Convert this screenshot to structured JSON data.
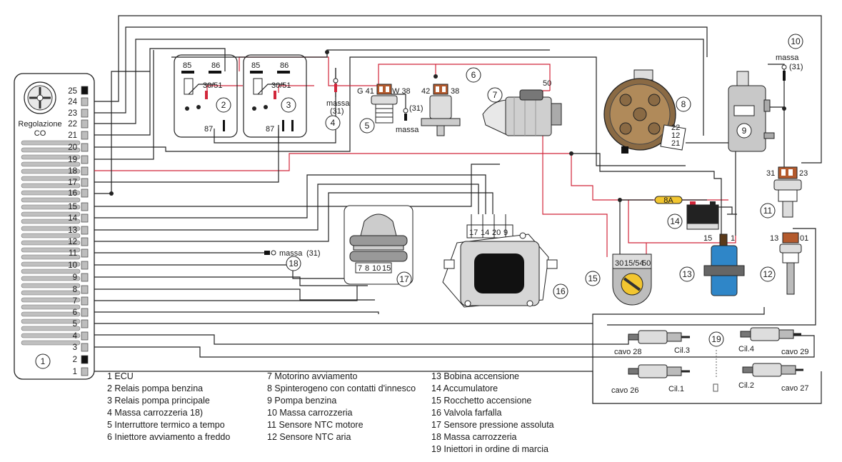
{
  "ecu": {
    "title_line1": "Regolazione",
    "title_line2": "CO",
    "number": "1",
    "pins": [
      "25",
      "24",
      "23",
      "22",
      "21",
      "20",
      "19",
      "18",
      "17",
      "16",
      "15",
      "14",
      "13",
      "12",
      "11",
      "10",
      "9",
      "8",
      "7",
      "6",
      "5",
      "4",
      "3",
      "2",
      "1"
    ]
  },
  "components": {
    "c2": "2",
    "c3": "3",
    "c4": "4",
    "c5": "5",
    "c6": "6",
    "c7": "7",
    "c8": "8",
    "c9": "9",
    "c10": "10",
    "c11": "11",
    "c12": "12",
    "c13": "13",
    "c14": "14",
    "c15": "15",
    "c16": "16",
    "c17": "17",
    "c18": "18",
    "c19": "19"
  },
  "terminals": {
    "r2_85": "85",
    "r2_86": "86",
    "r2_3051": "30/51",
    "r2_87": "87",
    "r3_85": "85",
    "r3_86": "86",
    "r3_3051": "30/51",
    "r3_87": "87",
    "sw_g41": "G 41",
    "sw_w38": "W 38",
    "inj_42": "42",
    "inj_38": "38",
    "starter_50": "50",
    "dist_22": "22",
    "dist_12": "12",
    "dist_21": "21",
    "ntc_31": "31",
    "ntc_23": "23",
    "air_13": "13",
    "air_01": "01",
    "coil_15": "15",
    "coil_1": "1",
    "key_30": "30",
    "key_1554": "15/54",
    "key_50": "50",
    "thr_17": "17",
    "thr_14": "14",
    "thr_20": "20",
    "thr_9": "9",
    "map_7": "7",
    "map_8": "8",
    "map_10": "10",
    "map_15": "15",
    "fuse": "8A"
  },
  "labels": {
    "massa_31_4": "massa",
    "massa_31_4b": "(31)",
    "massa_5": "massa",
    "massa_5b": "(31)",
    "massa_10": "massa",
    "massa_10b": "(31)",
    "massa_18": "massa",
    "massa_18b": "(31)",
    "cavo28": "cavo 28",
    "cil3": "Cil.3",
    "cavo29": "cavo 29",
    "cil4": "Cil.4",
    "cavo26": "cavo 26",
    "cil1": "Cil.1",
    "cavo27": "cavo 27",
    "cil2": "Cil.2"
  },
  "legend": {
    "col1": [
      "1 ECU",
      "2 Relais pompa benzina",
      "3 Relais pompa principale",
      "4  Massa carrozzeria 18)",
      "5 Interruttore termico a tempo",
      "6 Iniettore avviamento a freddo"
    ],
    "col2": [
      "7 Motorino avviamento",
      "8 Spinterogeno con contatti d'innesco",
      "9 Pompa benzina",
      "10 Massa carrozzeria",
      "11 Sensore NTC motore",
      "12 Sensore NTC aria"
    ],
    "col3": [
      "13 Bobina accensione",
      "14 Accumulatore",
      "15 Rocchetto accensione",
      "16 Valvola farfalla",
      "17 Sensore pressione assoluta",
      "18 Massa carrozzeria",
      "19 Iniettori in ordine di marcia"
    ]
  },
  "colors": {
    "wire": "#222222",
    "red_wire": "#d1263a",
    "coil": "#2f86c8",
    "distributor": "#8a6a44",
    "fuse": "#f2c630",
    "gray": "#bdbdbd"
  }
}
